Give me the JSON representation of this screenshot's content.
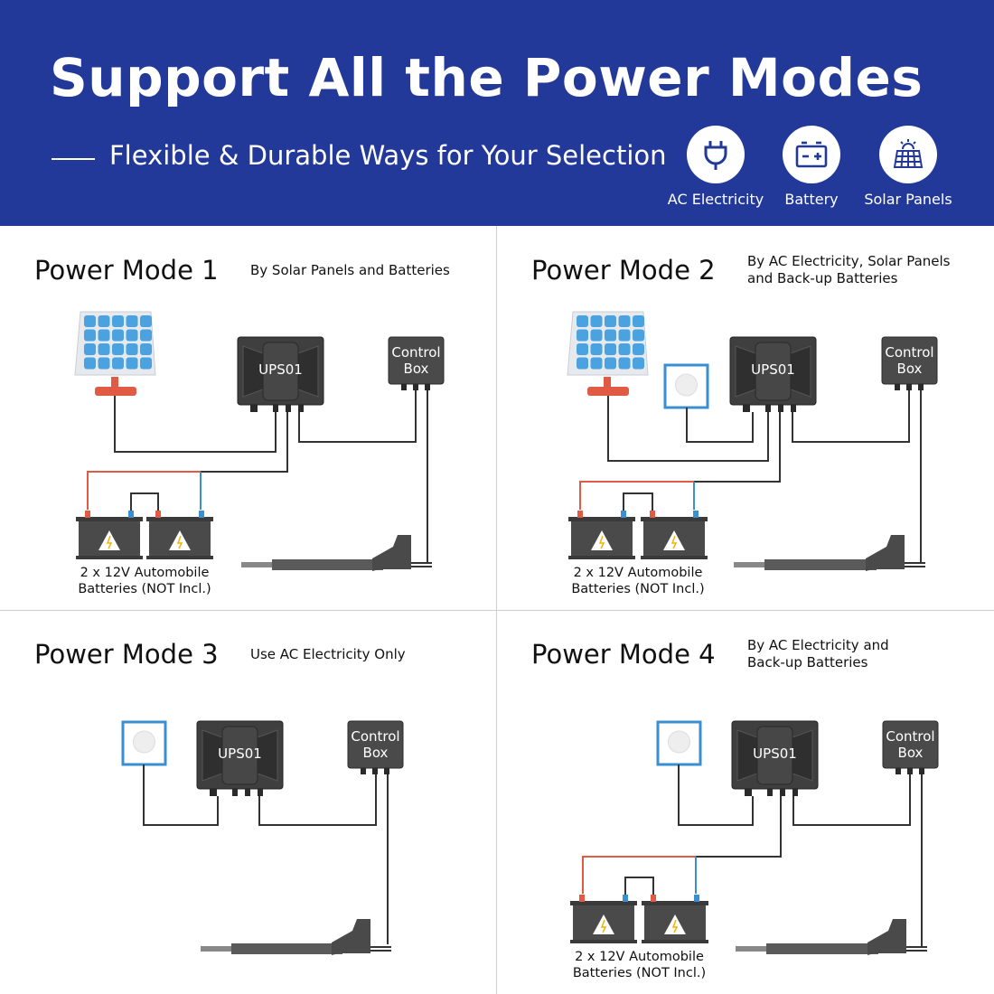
{
  "header": {
    "title": "Support All the Power Modes",
    "subtitle": "Flexible & Durable Ways for Your Selection",
    "background_color": "#22399a",
    "icons": [
      {
        "icon": "plug-icon",
        "label": "AC Electricity"
      },
      {
        "icon": "battery-icon",
        "label": "Battery"
      },
      {
        "icon": "solar-panel-icon",
        "label": "Solar Panels"
      }
    ]
  },
  "colors": {
    "positive_wire": "#e05a44",
    "negative_wire": "#3a8fd0",
    "wire": "#333333",
    "device": "#4a4a4a"
  },
  "panels": [
    {
      "title": "Power Mode 1",
      "subtitle_lines": [
        "By Solar Panels and Batteries"
      ],
      "ups_label": "UPS01",
      "control_label": [
        "Control",
        "Box"
      ],
      "battery_label": [
        "2 x 12V Automobile",
        "Batteries (NOT Incl.)"
      ]
    },
    {
      "title": "Power Mode 2",
      "subtitle_lines": [
        "By AC Electricity, Solar Panels",
        "and Back-up Batteries"
      ],
      "ups_label": "UPS01",
      "control_label": [
        "Control",
        "Box"
      ],
      "battery_label": [
        "2 x 12V Automobile",
        "Batteries (NOT Incl.)"
      ]
    },
    {
      "title": "Power Mode 3",
      "subtitle_lines": [
        "Use AC Electricity Only"
      ],
      "ups_label": "UPS01",
      "control_label": [
        "Control",
        "Box"
      ]
    },
    {
      "title": "Power Mode 4",
      "subtitle_lines": [
        "By AC Electricity and",
        "Back-up Batteries"
      ],
      "ups_label": "UPS01",
      "control_label": [
        "Control",
        "Box"
      ],
      "battery_label": [
        "2 x 12V Automobile",
        "Batteries (NOT Incl.)"
      ]
    }
  ]
}
